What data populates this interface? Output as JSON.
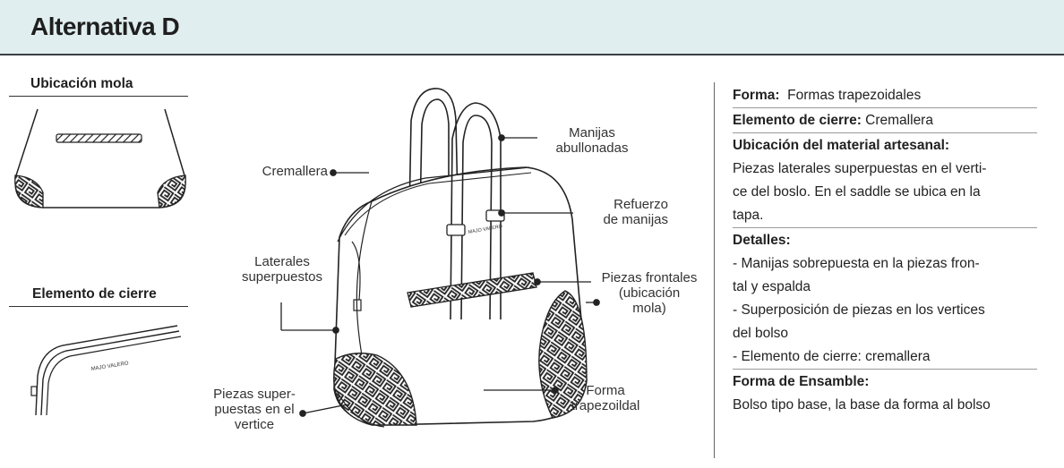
{
  "header": {
    "title": "Alternativa D"
  },
  "left": {
    "section1_title": "Ubicación mola",
    "section2_title": "Elemento de cierre",
    "zipper_brand": "MAJO VALERO"
  },
  "bag": {
    "brand": "MAJO VALERO"
  },
  "callouts": {
    "cremallera": "Cremallera",
    "manijas": "Manijas\nabullonadas",
    "refuerzo": "Refuerzo\nde manijas",
    "laterales": "Laterales\nsuperpuestos",
    "piezas_frontales": "Piezas frontales\n(ubicación\nmola)",
    "piezas_vertice": "Piezas super-\npuestas en el\nvertice",
    "forma": "Forma\ntrapezoildal"
  },
  "specs": {
    "forma_label": "Forma:",
    "forma_value": "Formas trapezoidales",
    "cierre_label": "Elemento de cierre:",
    "cierre_value": "Cremallera",
    "ubicacion_label": "Ubicación del material artesanal:",
    "ubicacion_lines": [
      "Piezas laterales superpuestas en el verti-",
      "ce del boslo.  En el saddle se ubica en la",
      "tapa."
    ],
    "detalles_label": "Detalles:",
    "detalles_lines": [
      "- Manijas sobrepuesta en la piezas fron-",
      "tal y espalda",
      "- Superposición de piezas en los vertices",
      "del bolso",
      "- Elemento de cierre: cremallera"
    ],
    "ensamble_label": "Forma de Ensamble:",
    "ensamble_value": "Bolso tipo base, la base da forma al bolso"
  }
}
